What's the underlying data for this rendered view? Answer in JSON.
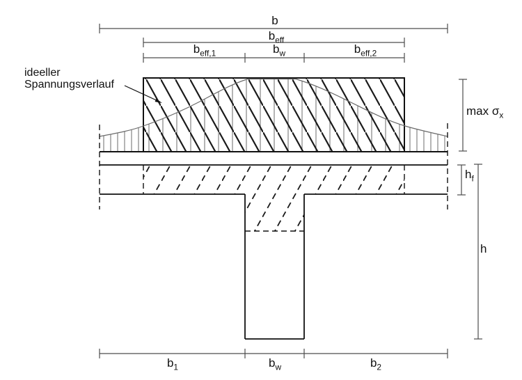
{
  "figure": {
    "type": "t-beam-effective-width-diagram",
    "background": "#ffffff",
    "colors": {
      "ink": "#111111",
      "dim": "#4d4d4d",
      "thin": "#6b6b6b",
      "bg": "#ffffff"
    },
    "annotation": {
      "line1": "ideeller",
      "line2": "Spannungsverlauf"
    },
    "dimensions_top": {
      "b": {
        "main": "b",
        "sub": ""
      },
      "beff": {
        "main": "b",
        "sub": "eff"
      },
      "beff1": {
        "main": "b",
        "sub": "eff,1"
      },
      "bw": {
        "main": "b",
        "sub": "w"
      },
      "beff2": {
        "main": "b",
        "sub": "eff,2"
      }
    },
    "dimensions_right": {
      "max_sigma": {
        "main": "max σ",
        "sub": "x"
      },
      "hf": {
        "main": "h",
        "sub": "f"
      },
      "h": {
        "main": "h",
        "sub": ""
      }
    },
    "dimensions_bottom": {
      "b1": {
        "main": "b",
        "sub": "1"
      },
      "bw": {
        "main": "b",
        "sub": "w"
      },
      "b2": {
        "main": "b",
        "sub": "2"
      }
    }
  }
}
